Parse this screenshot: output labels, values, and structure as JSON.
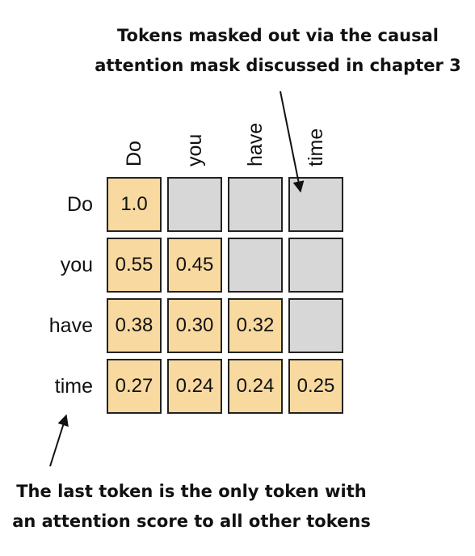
{
  "annotations": {
    "top": [
      "Tokens masked out via the causal",
      "attention mask discussed in chapter 3"
    ],
    "bottom": [
      "The last token is the only token with",
      "an attention score to all other tokens"
    ]
  },
  "tokens": [
    "Do",
    "you",
    "have",
    "time"
  ],
  "matrix": [
    [
      "1.0",
      null,
      null,
      null
    ],
    [
      "0.55",
      "0.45",
      null,
      null
    ],
    [
      "0.38",
      "0.30",
      "0.32",
      null
    ],
    [
      "0.27",
      "0.24",
      "0.24",
      "0.25"
    ]
  ],
  "colors": {
    "active": "#f8d9a0",
    "masked": "#d7d7d7",
    "border": "#222222"
  }
}
